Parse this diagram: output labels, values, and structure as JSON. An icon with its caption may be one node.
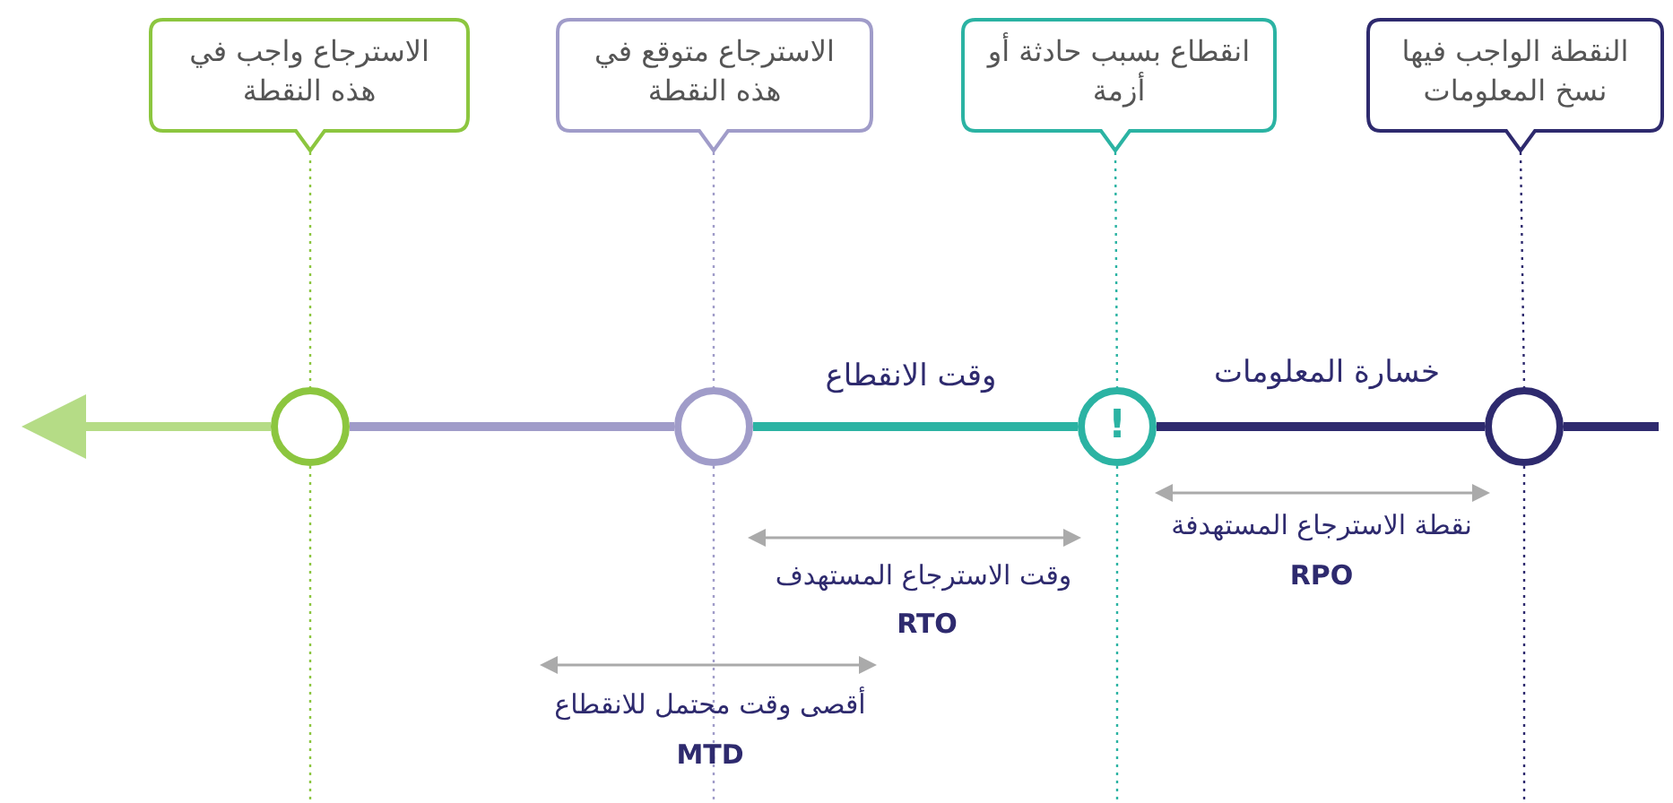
{
  "diagram": {
    "nodes": [
      {
        "text": [
          "النقطة الواجب فيها نسخ المعلومات"
        ]
      },
      {
        "text": [
          "انقطاع بسبب حادثة أو أزمة"
        ]
      },
      {
        "text": [
          "الاسترجاع متوقع في هذه النقطة"
        ]
      },
      {
        "text": [
          "الاسترجاع واجب في هذه النقطة"
        ]
      },
      {
        "text": [],
        "shape": "circle"
      },
      {
        "text": [
          "!"
        ]
      },
      {
        "text": [],
        "shape": "circle"
      },
      {
        "text": [],
        "shape": "circle"
      }
    ],
    "edges": [
      {
        "from": 0,
        "to": 4,
        "arrow": "none",
        "style": "dashed",
        "color": "#2e2a6e"
      },
      {
        "from": 1,
        "to": 5,
        "arrow": "none",
        "style": "dashed",
        "color": "#2bb3a3"
      },
      {
        "from": 2,
        "to": 6,
        "arrow": "none",
        "style": "dashed",
        "color": "#a09cc9"
      },
      {
        "from": 3,
        "to": 7,
        "arrow": "none",
        "style": "dashed",
        "color": "#8cc63f"
      },
      {
        "from": null,
        "to": 4,
        "arrow": "none",
        "color": "#2e2a6e"
      },
      {
        "from": 4,
        "to": 5,
        "arrow": "none",
        "label": "خسارة المعلومات",
        "color": "#2e2a6e"
      },
      {
        "from": 5,
        "to": 6,
        "arrow": "none",
        "label": "وقت الانقطاع",
        "color": "#2bb3a3"
      },
      {
        "from": 6,
        "to": 7,
        "arrow": "none",
        "color": "#a09cc9"
      },
      {
        "from": 7,
        "to": null,
        "arrow": "to",
        "color": "#b5dc86"
      }
    ],
    "labels": [
      "نقطة الاسترجاع المستهدفة",
      "RPO",
      "وقت الاسترجاع المستهدف",
      "RTO",
      "أقصى وقت محتمل للانقطاع",
      "MTD"
    ]
  }
}
